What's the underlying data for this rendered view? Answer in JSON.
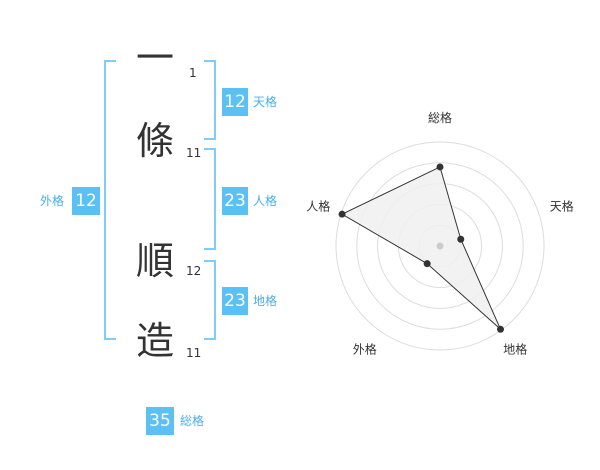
{
  "name": {
    "characters": [
      {
        "char": "一",
        "strokes": "1"
      },
      {
        "char": "條",
        "strokes": "11"
      },
      {
        "char": "順",
        "strokes": "12"
      },
      {
        "char": "造",
        "strokes": "11"
      }
    ]
  },
  "fortune": {
    "tenkaku": {
      "value": "12",
      "label": "天格"
    },
    "jinkaku": {
      "value": "23",
      "label": "人格"
    },
    "chikaku": {
      "value": "23",
      "label": "地格"
    },
    "gaikaku": {
      "value": "12",
      "label": "外格"
    },
    "soukaku": {
      "value": "35",
      "label": "総格"
    }
  },
  "radar": {
    "axes": [
      {
        "label": "総格",
        "score": 0.76
      },
      {
        "label": "天格",
        "score": 0.21
      },
      {
        "label": "地格",
        "score": 0.99
      },
      {
        "label": "外格",
        "score": 0.21
      },
      {
        "label": "人格",
        "score": 0.99
      }
    ],
    "rings": 5,
    "colors": {
      "ring": "#dddddd",
      "fill": "#f0f0f0",
      "line": "#333333",
      "point": "#333333",
      "center": "#cccccc"
    }
  }
}
